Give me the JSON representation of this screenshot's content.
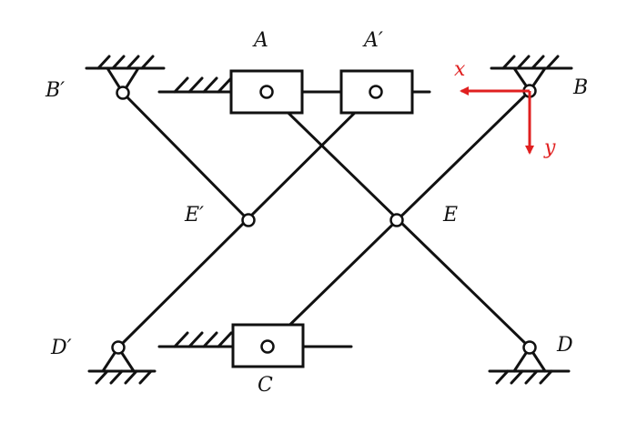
{
  "labels": {
    "A": "A",
    "A_prime": "A′",
    "B": "B",
    "B_prime": "B′",
    "C": "C",
    "D": "D",
    "D_prime": "D′",
    "E": "E",
    "E_prime": "E′"
  },
  "axes": {
    "x_label": "x",
    "y_label": "y",
    "color": "#e02020"
  },
  "colors": {
    "ink": "#111111",
    "background": "#ffffff"
  }
}
